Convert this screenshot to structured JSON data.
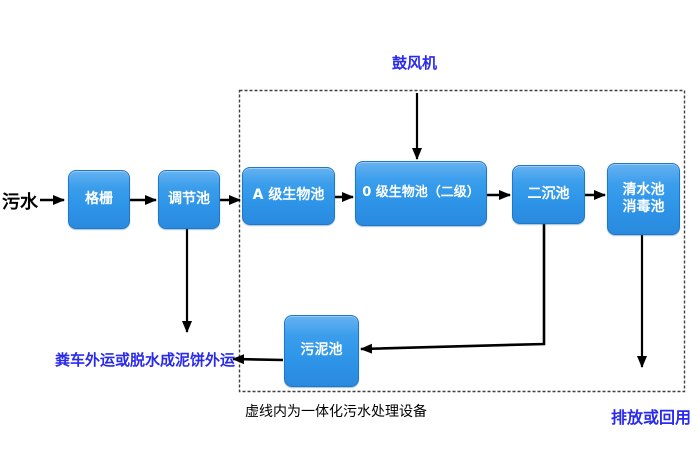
{
  "diagram": {
    "title_caption": "虚线内为一体化污水处理设备",
    "source_label": "污水",
    "blower_label": "鼓风机",
    "nodes": {
      "grid_screen": "格栅",
      "regulating_tank": "调节池",
      "a_bio_tank": "A 级生物池",
      "o_bio_tank": "0 级生物池（二级）",
      "secondary_sedimentation_tank": "二沉池",
      "clear_water_tank_line1": "清水池",
      "clear_water_tank_line2": "消毒池",
      "sludge_tank": "污泥池"
    },
    "annotations": {
      "sludge_disposal": "粪车外运或脱水成泥饼外运",
      "dashed_box_caption": "虚线内为一体化污水处理设备",
      "discharge_or_reuse": "排放或回用"
    },
    "colors": {
      "node_fill_top": "#66b2f1",
      "node_fill_bottom": "#2a8ade",
      "node_border": "#2077c8",
      "node_text": "#ffffff",
      "blue_text": "#2a2aee",
      "black_text": "#000000",
      "arrow": "#000000",
      "dashed_border": "#404040",
      "background": "#ffffff"
    }
  }
}
